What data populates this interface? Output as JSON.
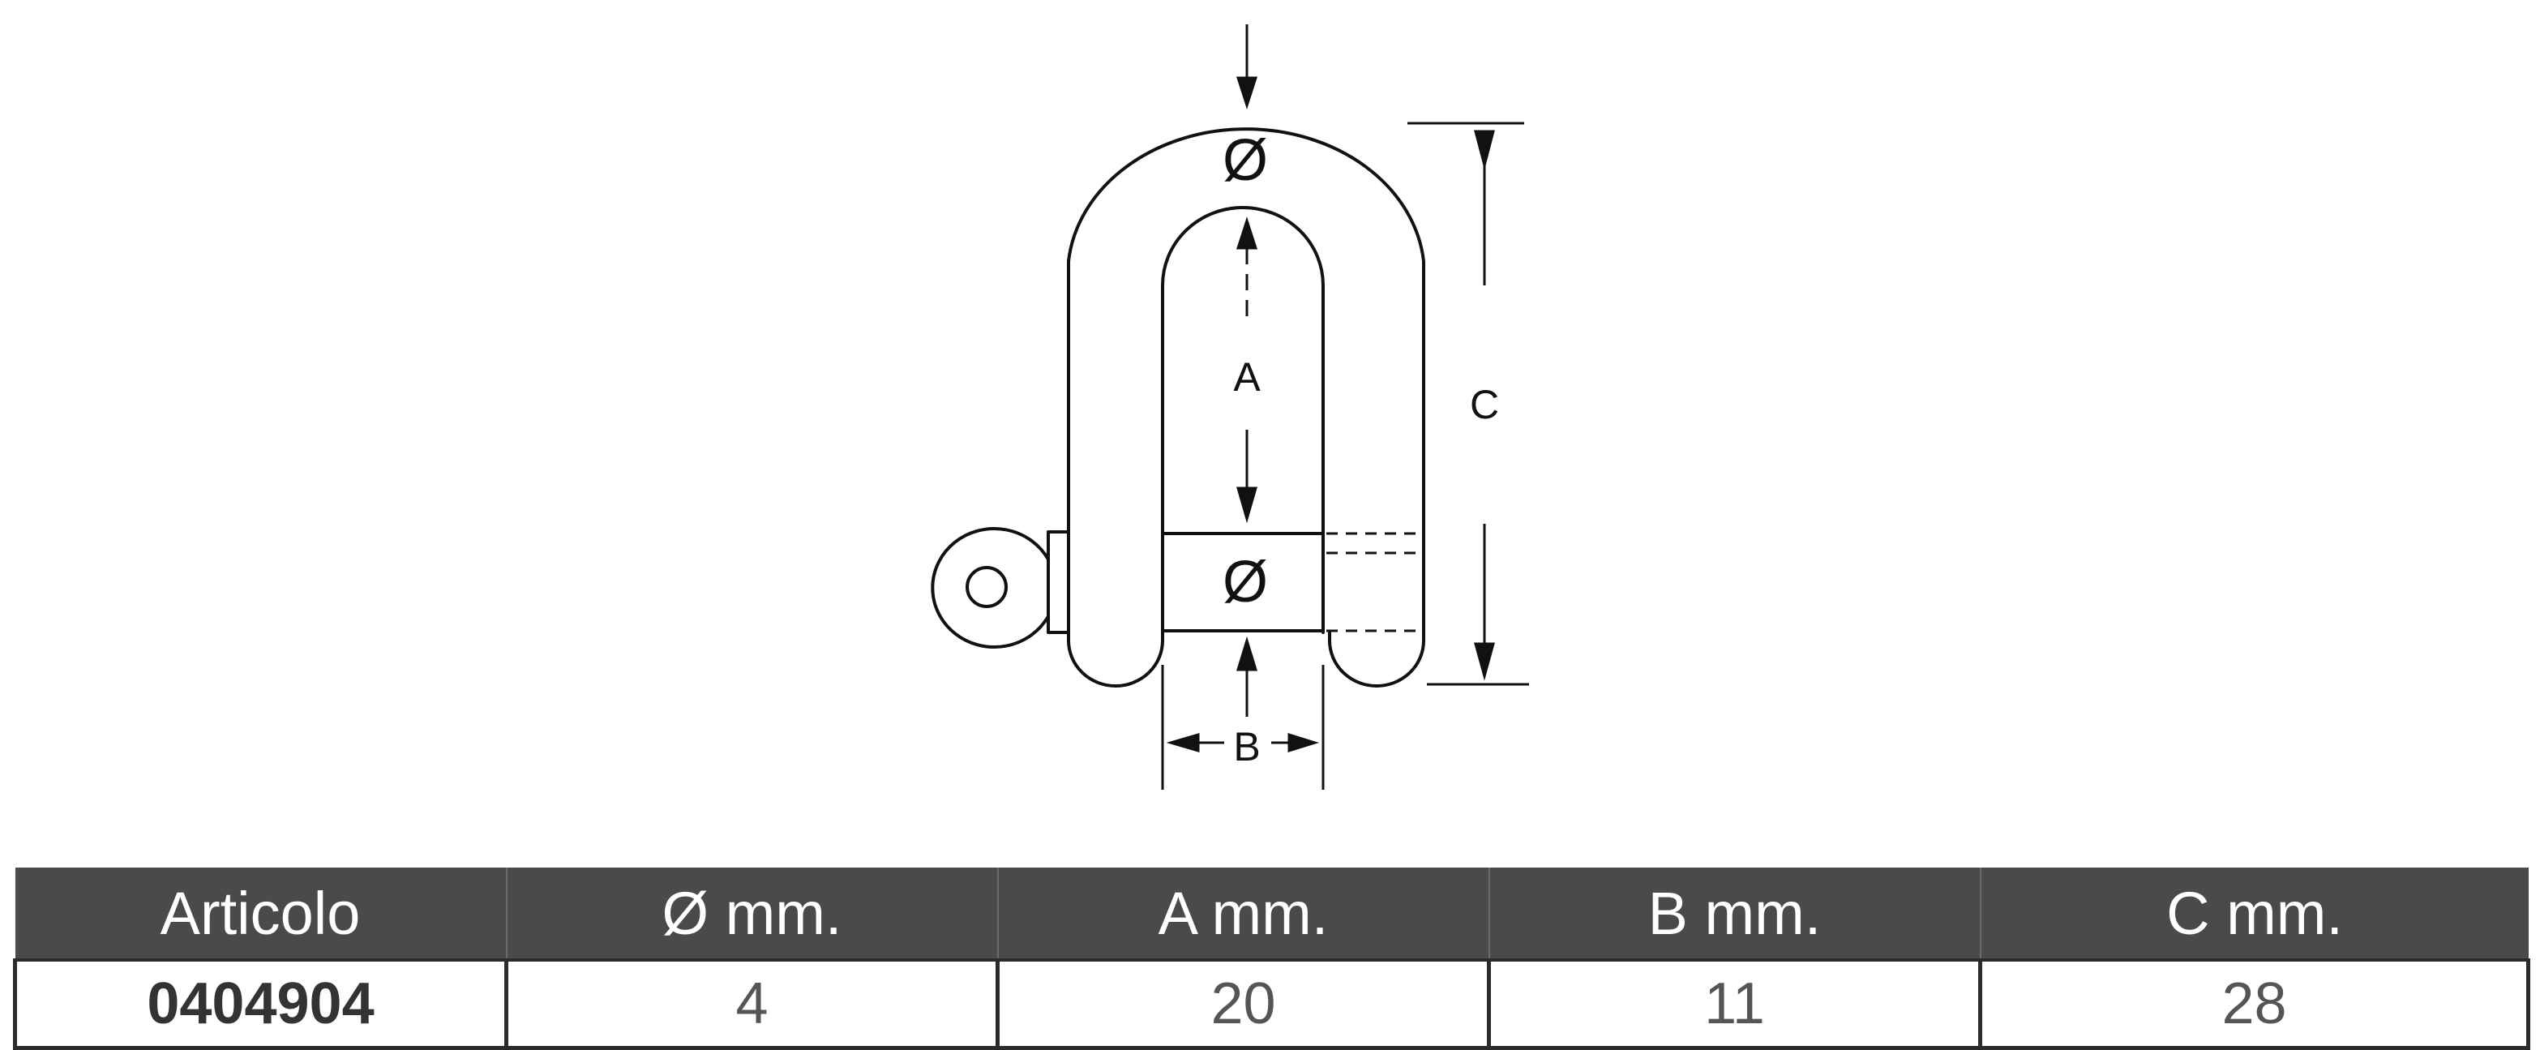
{
  "diagram": {
    "labels": {
      "top_diameter": "Ø",
      "pin_diameter": "Ø",
      "A": "A",
      "B": "B",
      "C": "C"
    },
    "line_color": "#111111"
  },
  "table": {
    "header_color": "#4a4a4a",
    "headers": [
      "Articolo",
      "Ø mm.",
      "A mm.",
      "B mm.",
      "C mm."
    ],
    "rows": [
      [
        "0404904",
        "4",
        "20",
        "11",
        "28"
      ]
    ]
  }
}
